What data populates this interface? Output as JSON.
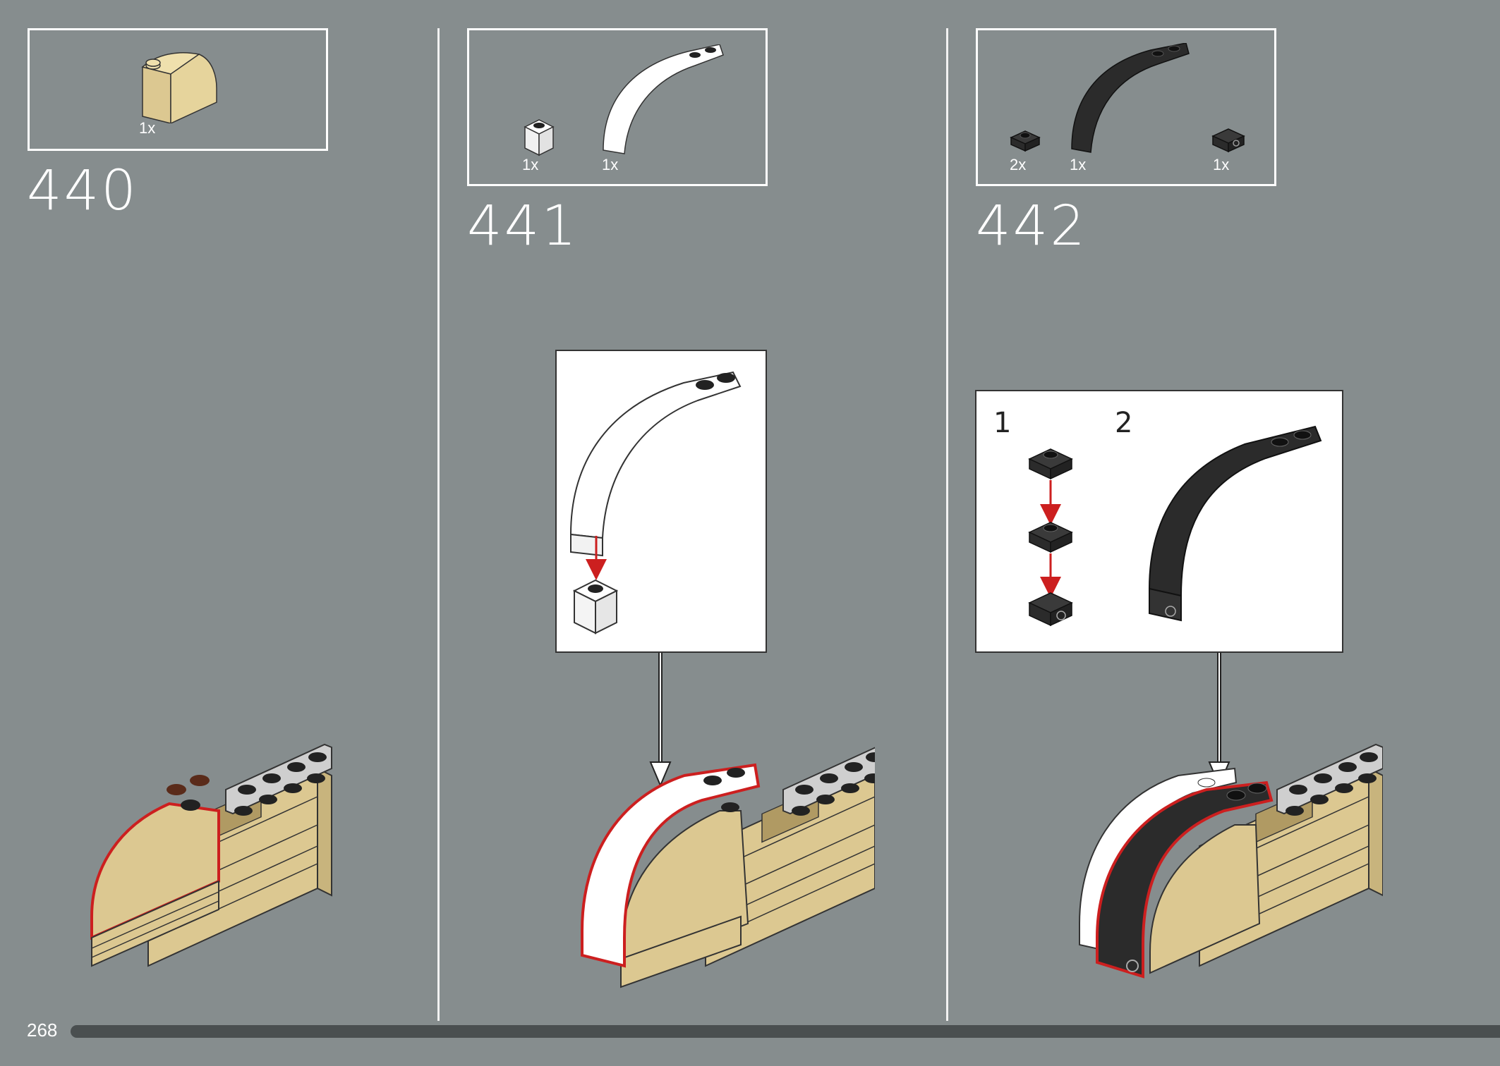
{
  "page": {
    "number": "268"
  },
  "colors": {
    "background": "#868d8e",
    "tan": "#dcc891",
    "white_brick": "#f7f7f7",
    "black_brick": "#2b2b2b",
    "highlight": "#cc1f1f"
  },
  "steps": [
    {
      "number": "440",
      "parts": [
        {
          "qty": "1x",
          "icon": "tan-quarter-round-brick-icon"
        }
      ]
    },
    {
      "number": "441",
      "parts": [
        {
          "qty": "1x",
          "icon": "white-1x1-brick-icon"
        },
        {
          "qty": "1x",
          "icon": "white-curved-arch-icon"
        }
      ]
    },
    {
      "number": "442",
      "parts": [
        {
          "qty": "2x",
          "icon": "black-1x1-plate-icon"
        },
        {
          "qty": "1x",
          "icon": "black-curved-arch-icon"
        },
        {
          "qty": "1x",
          "icon": "black-bracket-plate-icon"
        }
      ],
      "substeps": [
        "1",
        "2"
      ]
    }
  ]
}
